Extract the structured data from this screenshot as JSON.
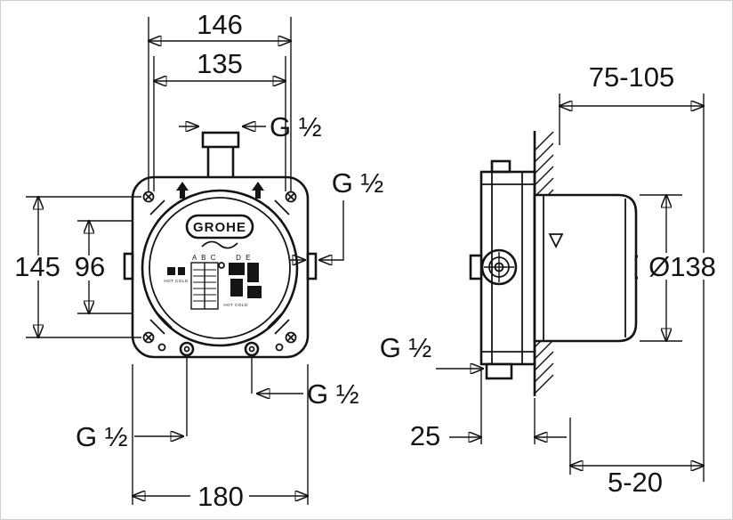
{
  "brand_logo": "GROHE",
  "front_view": {
    "dim_width_top": "146",
    "dim_width_inner": "135",
    "dim_height_left": "145",
    "dim_height_inner": "96",
    "dim_width_bottom": "180",
    "thread_top": "G ½",
    "thread_right": "G ½",
    "thread_bottom_right": "G ½",
    "thread_bottom_left": "G ½",
    "sticker": {
      "row_abc": "A B C",
      "row_de": "D E",
      "hot_cold": "HOT COLD"
    }
  },
  "side_view": {
    "dim_depth_range": "75-105",
    "dim_diameter": "Ø138",
    "dim_offset_bottom": "25",
    "dim_finish_range": "5-20",
    "thread_bottom": "G ½"
  }
}
